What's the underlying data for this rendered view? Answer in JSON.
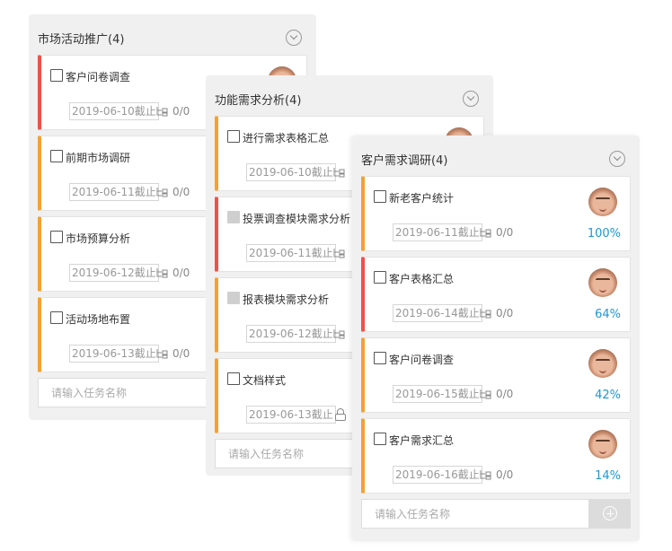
{
  "columns": [
    {
      "title": "市场活动推广(4)",
      "input_placeholder": "请输入任务名称",
      "tasks": [
        {
          "name": "客户问卷调查",
          "deadline": "2019-06-10截止",
          "subtasks": "0/0"
        },
        {
          "name": "前期市场调研",
          "deadline": "2019-06-11截止",
          "subtasks": "0/0"
        },
        {
          "name": "市场预算分析",
          "deadline": "2019-06-12截止",
          "subtasks": "0/0"
        },
        {
          "name": "活动场地布置",
          "deadline": "2019-06-13截止",
          "subtasks": "0/0"
        }
      ]
    },
    {
      "title": "功能需求分析(4)",
      "input_placeholder": "请输入任务名称",
      "tasks": [
        {
          "name": "进行需求表格汇总",
          "deadline": "2019-06-10截止"
        },
        {
          "name": "投票调查模块需求分析",
          "deadline": "2019-06-11截止"
        },
        {
          "name": "报表模块需求分析",
          "deadline": "2019-06-12截止"
        },
        {
          "name": "文档样式",
          "deadline": "2019-06-13截止"
        }
      ]
    },
    {
      "title": "客户需求调研(4)",
      "input_placeholder": "请输入任务名称",
      "tasks": [
        {
          "name": "新老客户统计",
          "deadline": "2019-06-11截止",
          "subtasks": "0/0",
          "progress": "100%"
        },
        {
          "name": "客户表格汇总",
          "deadline": "2019-06-14截止",
          "subtasks": "0/0",
          "progress": "64%"
        },
        {
          "name": "客户问卷调查",
          "deadline": "2019-06-15截止",
          "subtasks": "0/0",
          "progress": "42%"
        },
        {
          "name": "客户需求汇总",
          "deadline": "2019-06-16截止",
          "subtasks": "0/0",
          "progress": "14%"
        }
      ]
    }
  ],
  "colors": {
    "priority_high": "#f0504a",
    "priority_medium": "#f5a033",
    "progress": "#1e96d6"
  }
}
